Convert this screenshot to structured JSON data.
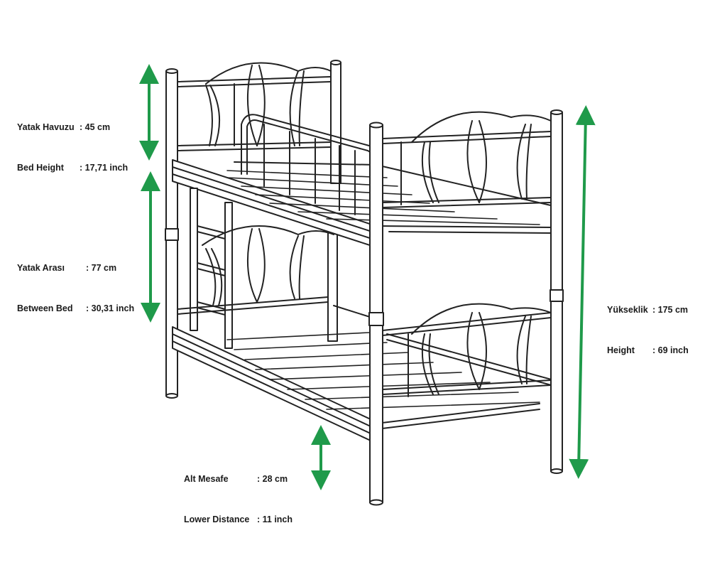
{
  "dimensions": [
    {
      "id": "bed-height",
      "lines": [
        {
          "key": "Yatak Havuzu",
          "value": ": 45 cm"
        },
        {
          "key": "Bed Height",
          "value": ": 17,71 inch"
        }
      ]
    },
    {
      "id": "between-bed",
      "lines": [
        {
          "key": "Yatak Arası",
          "value": ": 77 cm"
        },
        {
          "key": "Between Bed",
          "value": ": 30,31 inch"
        }
      ]
    },
    {
      "id": "lower-distance",
      "lines": [
        {
          "key": "Alt Mesafe",
          "value": ": 28 cm"
        },
        {
          "key": "Lower Distance",
          "value": ": 11 inch"
        }
      ]
    },
    {
      "id": "height",
      "lines": [
        {
          "key": "Yükseklik",
          "value": ": 175 cm"
        },
        {
          "key": "Height",
          "value": ": 69 inch"
        }
      ]
    }
  ],
  "colors": {
    "arrow": "#1f9a4a",
    "line": "#222222",
    "fill": "#ffffff"
  }
}
